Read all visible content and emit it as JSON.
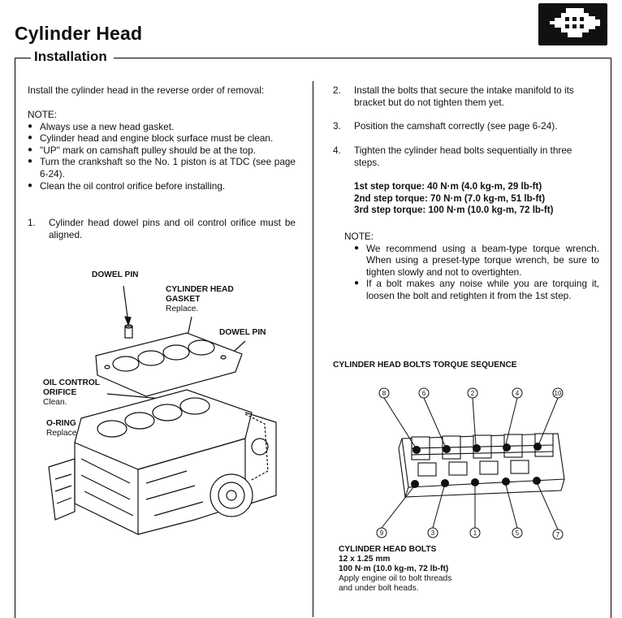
{
  "header": {
    "title": "Cylinder Head",
    "section": "Installation"
  },
  "left": {
    "intro": "Install the cylinder head in the reverse order of removal:",
    "note_label": "NOTE:",
    "notes": [
      "Always use a new head gasket.",
      "Cylinder head and engine block surface must be clean.",
      "\"UP\" mark on camshaft pulley should be at the top.",
      "Turn the crankshaft so the No. 1 piston is at TDC (see page 6-24).",
      "Clean the oil control orifice before installing."
    ],
    "step1_num": "1.",
    "step1": "Cylinder head dowel pins and oil control orifice must be aligned."
  },
  "diagram_left": {
    "dowel_pin_1": "DOWEL PIN",
    "gasket": "CYLINDER HEAD GASKET",
    "gasket_note": "Replace.",
    "dowel_pin_2": "DOWEL PIN",
    "orifice": "OIL CONTROL ORIFICE",
    "orifice_note": "Clean.",
    "oring": "O-RING",
    "oring_note": "Replace."
  },
  "right": {
    "steps": [
      {
        "num": "2.",
        "text": "Install the bolts that secure the intake manifold to its bracket but do not tighten them yet."
      },
      {
        "num": "3.",
        "text": "Position the camshaft correctly (see page 6-24)."
      },
      {
        "num": "4.",
        "text": "Tighten the cylinder head bolts sequentially in three steps."
      }
    ],
    "torque": [
      "1st step torque:  40 N·m (4.0 kg-m, 29 lb-ft)",
      "2nd step torque: 70 N·m (7.0 kg-m, 51 lb-ft)",
      "3rd step torque:  100 N·m (10.0 kg-m, 72 lb-ft)"
    ],
    "note_label": "NOTE:",
    "notes": [
      "We recommend using a beam-type torque wrench. When using a preset-type torque wrench, be sure to tighten slowly and not to overtighten.",
      "If a bolt makes any noise while you are torquing it, loosen the bolt and retighten it from the 1st step."
    ]
  },
  "sequence": {
    "title": "CYLINDER HEAD BOLTS TORQUE SEQUENCE",
    "top_numbers": [
      "8",
      "6",
      "2",
      "4",
      "10"
    ],
    "bottom_numbers": [
      "9",
      "3",
      "1",
      "5",
      "7"
    ],
    "bolts_label": "CYLINDER HEAD BOLTS",
    "bolt_size": "12 x 1.25 mm",
    "bolt_torque": "100 N·m (10.0 kg-m, 72 lb-ft)",
    "bolt_note_1": "Apply engine oil to bolt threads",
    "bolt_note_2": "and under bolt heads."
  }
}
